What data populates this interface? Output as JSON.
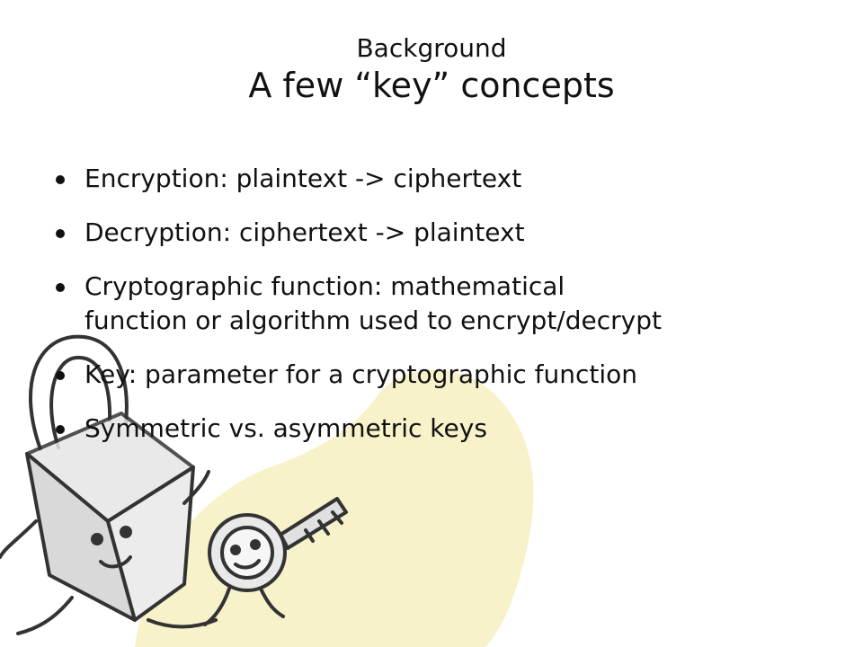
{
  "slide": {
    "heading": "Background",
    "title": "A few “key” concepts",
    "bullets": [
      {
        "text": "Encryption: plaintext -> ciphertext"
      },
      {
        "text": "Decryption: ciphertext -> plaintext"
      },
      {
        "line1": "Cryptographic function: mathematical",
        "line2": "function or algorithm used to encrypt/decrypt"
      },
      {
        "text": "Key: parameter for a cryptographic function"
      },
      {
        "text": "Symmetric vs. asymmetric keys"
      }
    ]
  },
  "colors": {
    "blob": "#f5f0c0",
    "ink": "#333333",
    "text": "#111111"
  },
  "icons": {
    "padlock": "padlock-character-icon",
    "key": "key-character-icon"
  }
}
